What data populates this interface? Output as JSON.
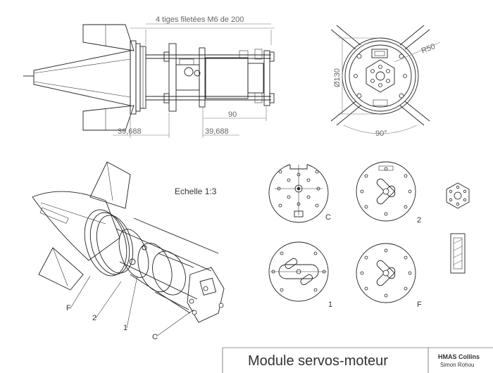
{
  "annotations": {
    "rods": "4 tiges filetées M6 de 200",
    "dim_left": "39,688",
    "dim_right": "39,688",
    "dim_90": "90",
    "diameter": "Ø130",
    "radius": "R50",
    "angle": "90°",
    "scale": "Echelle 1:3"
  },
  "callouts": {
    "iso_F": "F",
    "iso_2": "2",
    "iso_1": "1",
    "iso_C": "C"
  },
  "plate_labels": {
    "plate_C": "C",
    "plate_2": "2",
    "plate_1": "1",
    "plate_F": "F"
  },
  "title_block": {
    "title": "Module servos-moteur",
    "org": "HMAS Collins",
    "author": "Simon Rohou"
  }
}
